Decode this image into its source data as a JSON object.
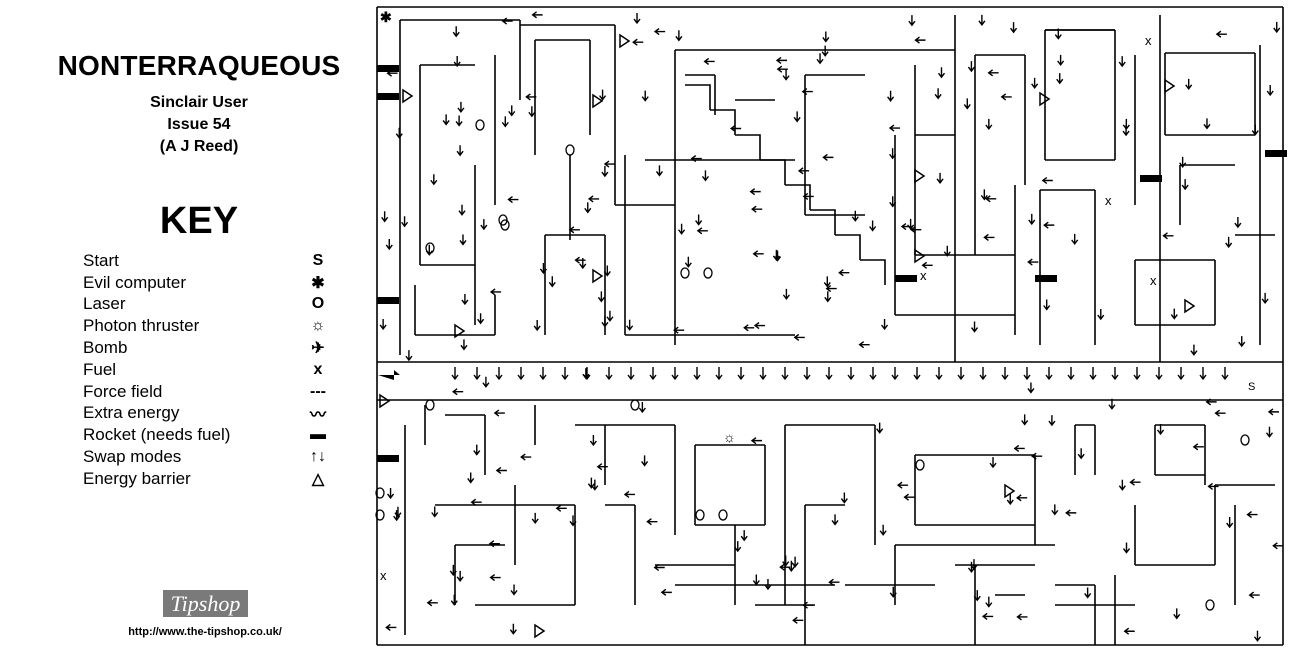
{
  "header": {
    "title": "NONTERRAQUEOUS",
    "magazine": "Sinclair User",
    "issue": "Issue 54",
    "author": "(A J Reed)"
  },
  "key": {
    "heading": "KEY",
    "items": [
      {
        "label": "Start",
        "symbol": "S",
        "icon": "start-icon"
      },
      {
        "label": "Evil computer",
        "symbol": "✱",
        "icon": "evil-computer-icon"
      },
      {
        "label": "Laser",
        "symbol": "O",
        "icon": "laser-icon"
      },
      {
        "label": "Photon thruster",
        "symbol": "☼",
        "icon": "photon-thruster-icon"
      },
      {
        "label": "Bomb",
        "symbol": "✈",
        "icon": "bomb-icon"
      },
      {
        "label": "Fuel",
        "symbol": "x",
        "icon": "fuel-icon"
      },
      {
        "label": "Force field",
        "symbol": "---",
        "icon": "force-field-icon"
      },
      {
        "label": "Extra energy",
        "symbol": "〰",
        "icon": "extra-energy-icon"
      },
      {
        "label": "Rocket (needs fuel)",
        "symbol": "▬",
        "icon": "rocket-icon"
      },
      {
        "label": "Swap modes",
        "symbol": "↑↓",
        "icon": "swap-modes-icon"
      },
      {
        "label": "Energy barrier",
        "symbol": "△",
        "icon": "energy-barrier-icon"
      }
    ]
  },
  "footer": {
    "logo": "Tipshop",
    "url": "http://www.the-tipshop.co.uk/"
  }
}
